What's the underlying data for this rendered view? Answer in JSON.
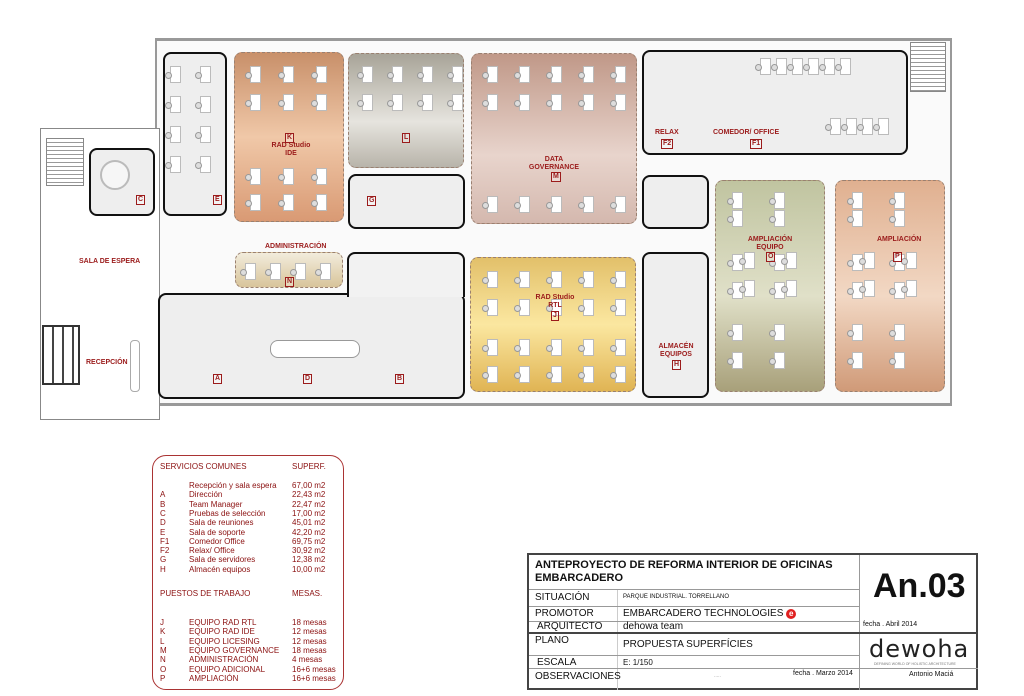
{
  "plan": {
    "rooms": {
      "C": "C",
      "E": "E",
      "G": "G",
      "K": {
        "code": "K",
        "name_1": "RAD Studio",
        "name_2": "IDE"
      },
      "L": {
        "code": "L"
      },
      "M": {
        "code": "M",
        "name_1": "DATA",
        "name_2": "GOVERNANCE"
      },
      "F1": {
        "code": "F1",
        "name": "COMEDOR/ OFFICE"
      },
      "F2": {
        "code": "F2",
        "name": "RELAX"
      },
      "N": {
        "code": "N",
        "name": "ADMINISTRACIÓN"
      },
      "J": {
        "code": "J",
        "name_1": "RAD Studio",
        "name_2": "RTL"
      },
      "H": {
        "code": "H",
        "name_1": "ALMACÉN",
        "name_2": "EQUIPOS"
      },
      "O": {
        "code": "O",
        "name_1": "AMPLIACIÓN",
        "name_2": "EQUIPO"
      },
      "P": {
        "code": "P",
        "name": "AMPLIACIÓN"
      },
      "A": "A",
      "D": "D",
      "B": "B",
      "sala_espera": "SALA DE ESPERA",
      "recepcion": "RECEPCIÓN"
    }
  },
  "legend": {
    "services_header": "SERVICIOS COMUNES",
    "services_col": "SUPERF.",
    "services": [
      {
        "code": "",
        "name": "Recepción y sala espera",
        "value": "67,00 m2"
      },
      {
        "code": "A",
        "name": "Dirección",
        "value": "22,43 m2"
      },
      {
        "code": "B",
        "name": "Team Manager",
        "value": "22,47 m2"
      },
      {
        "code": "C",
        "name": "Pruebas de selección",
        "value": "17,00 m2"
      },
      {
        "code": "D",
        "name": "Sala de reuniones",
        "value": "45,01 m2"
      },
      {
        "code": "E",
        "name": "Sala de soporte",
        "value": "42,20 m2"
      },
      {
        "code": "F1",
        "name": "Comedor Office",
        "value": "69,75 m2"
      },
      {
        "code": "F2",
        "name": "Relax/ Office",
        "value": "30,92 m2"
      },
      {
        "code": "G",
        "name": "Sala de servidores",
        "value": "12,38 m2"
      },
      {
        "code": "H",
        "name": "Almacén equipos",
        "value": "10,00 m2"
      }
    ],
    "workplaces_header": "PUESTOS DE TRABAJO",
    "workplaces_col": "MESAS.",
    "workplaces": [
      {
        "code": "J",
        "name": "EQUIPO RAD RTL",
        "value": "18 mesas"
      },
      {
        "code": "K",
        "name": "EQUIPO RAD IDE",
        "value": "12 mesas"
      },
      {
        "code": "L",
        "name": "EQUIPO LICESING",
        "value": "12 mesas"
      },
      {
        "code": "M",
        "name": "EQUIPO GOVERNANCE",
        "value": "18 mesas"
      },
      {
        "code": "N",
        "name": "ADMINISTRACIÓN",
        "value": "4 mesas"
      },
      {
        "code": "O",
        "name": "EQUIPO ADICIONAL",
        "value": "16+6 mesas"
      },
      {
        "code": "P",
        "name": "AMPLIACIÓN",
        "value": "16+6 mesas"
      }
    ]
  },
  "title_block": {
    "title_1": "ANTEPROYECTO DE REFORMA INTERIOR DE OFICINAS",
    "title_2": "EMBARCADERO",
    "situacion_label": "SITUACIÓN",
    "situacion": "PARQUE INDUSTRIAL. TORRELLANO",
    "promotor_label": "PROMOTOR",
    "promotor": "EMBARCADERO TECHNOLOGIES",
    "promotor_logo": "e",
    "arquitecto_label": "ARQUITECTO",
    "arquitecto": "dehowa team",
    "plano_label": "PLANO",
    "plano": "PROPUESTA SUPERFÍCIES",
    "escala_label": "ESCALA",
    "escala": "E: 1/150",
    "observaciones_label": "OBSERVACIONES",
    "observaciones": ".....",
    "fecha_obs": "fecha . Marzo 2014",
    "sheet": "An.03",
    "fecha": "fecha . Abril 2014",
    "logo": "dewoha",
    "logo_tagline": "DEFINING WORLD OF HOLISTIC ARCHITECTURE",
    "author": "Antonio Maciá"
  },
  "colors": {
    "label": "#9b1b1b",
    "legend_border": "#aa3333"
  }
}
